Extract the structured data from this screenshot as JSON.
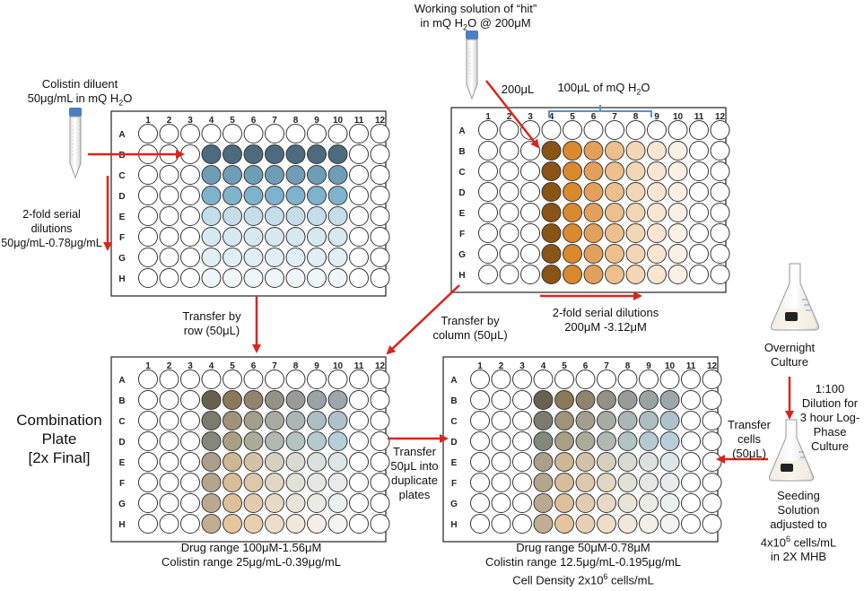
{
  "labels": {
    "colistin_diluent_l1": "Colistin diluent",
    "colistin_diluent_l2": "50μg/mL in mQ H",
    "colistin_diluent_sub": "2",
    "colistin_diluent_l2b": "O",
    "serial_l1": "2-fold serial",
    "serial_l2": "dilutions",
    "serial_l3": "50μg/mL-0.78μg/mL",
    "hit_l1": "Working solution of “hit”",
    "hit_l2a": "in mQ H",
    "hit_l2sub": "2",
    "hit_l2b": "O @ 200μM",
    "hit_volume": "200μL",
    "water_volume_a": "100μL of mQ H",
    "water_volume_sub": "2",
    "water_volume_b": "O",
    "hit_serial_l1": "2-fold serial dilutions",
    "hit_serial_l2": "200μM -3.12μM",
    "transfer_row_l1": "Transfer by",
    "transfer_row_l2": "row (50μL)",
    "transfer_col_l1": "Transfer by",
    "transfer_col_l2": "column (50μL)",
    "combination_l1": "Combination",
    "combination_l2": "Plate",
    "combination_l3": "[2x Final]",
    "transfer_dup_l1": "Transfer",
    "transfer_dup_l2": "50μL into",
    "transfer_dup_l3": "duplicate",
    "transfer_dup_l4": "plates",
    "overnight_l1": "Overnight",
    "overnight_l2": "Culture",
    "dilution_l1": "1:100",
    "dilution_l2": "Dilution for",
    "dilution_l3": "3 hour Log-",
    "dilution_l4": "Phase",
    "dilution_l5": "Culture",
    "transfer_cells_l1": "Transfer",
    "transfer_cells_l2": "cells",
    "transfer_cells_l3": "(50μL)",
    "seeding_l1": "Seeding",
    "seeding_l2": "Solution",
    "seeding_l3": "adjusted to",
    "seeding_l4a": "4x10",
    "seeding_l4sup": "6",
    "seeding_l4b": " cells/mL",
    "seeding_l5": "in 2X MHB",
    "combo_range_l1": "Drug range 100μM-1.56μM",
    "combo_range_l2": "Colistin range 25μg/mL-0.39μg/mL",
    "assay_range_l1": "Drug range 50μM-0.78μM",
    "assay_range_l2": "Colistin range 12.5μg/mL-0.195μg/mL",
    "assay_range_l3a": "Cell Density 2x10",
    "assay_range_l3sup": "6",
    "assay_range_l3b": " cells/mL"
  },
  "plate_layout": {
    "columns": [
      "1",
      "2",
      "3",
      "4",
      "5",
      "6",
      "7",
      "8",
      "9",
      "10",
      "11",
      "12"
    ],
    "rows": [
      "A",
      "B",
      "C",
      "D",
      "E",
      "F",
      "G",
      "H"
    ]
  },
  "colors": {
    "arrow": "#d9261c",
    "bracket": "#5b8fd1",
    "tube_cap": "#4a7fc1",
    "plate_border": "#333333",
    "colistin_gradient": [
      "#4d6b7e",
      "#6f9db6",
      "#7fb3cd",
      "#c4dde8",
      "#d6e8f0",
      "#e1eff5",
      "#eef6fa"
    ],
    "drug_gradient": [
      "#8a5416",
      "#d9892e",
      "#e3a05a",
      "#ecbf8c",
      "#f3d6b5",
      "#f8e6d2",
      "#fbf0e6"
    ]
  }
}
